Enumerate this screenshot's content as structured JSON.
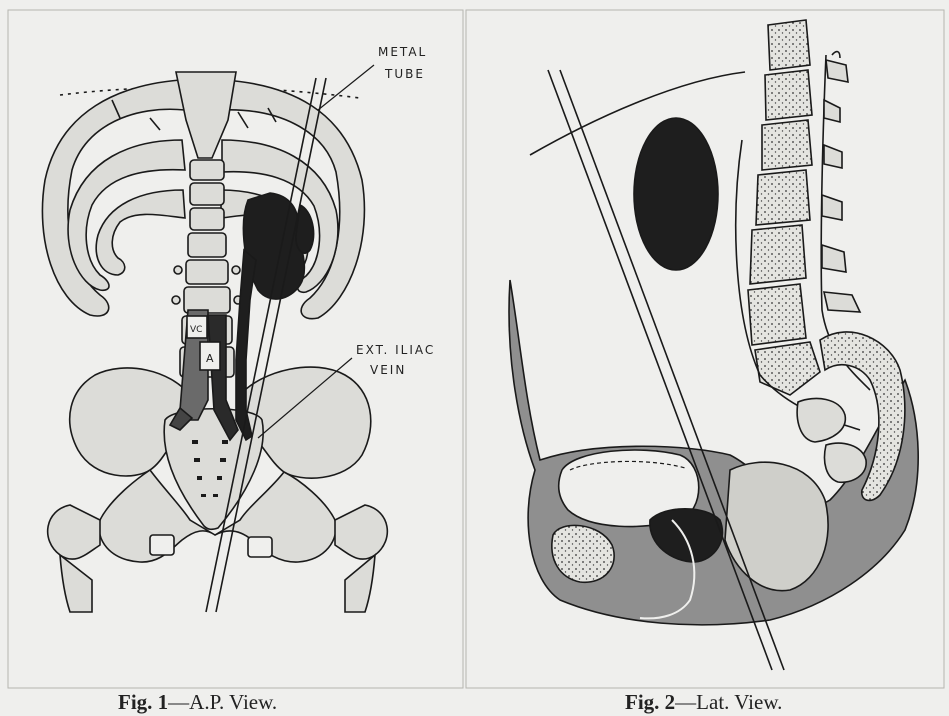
{
  "figure1": {
    "caption_num": "Fig. 1",
    "caption_text": "—A.P. View.",
    "label_metal_tube_line1": "METAL",
    "label_metal_tube_line2": "TUBE",
    "label_iliac_line1": "EXT. ILIAC",
    "label_iliac_line2": "VEIN",
    "label_vc": "VC",
    "label_a": "A"
  },
  "figure2": {
    "caption_num": "Fig. 2",
    "caption_text": "—Lat. View."
  },
  "colors": {
    "bone_fill": "#dcdcd8",
    "organ_dark": "#1e1e1e",
    "tissue_gray": "#8f8f8f",
    "ink": "#1a1a1a",
    "background": "#efefed"
  }
}
